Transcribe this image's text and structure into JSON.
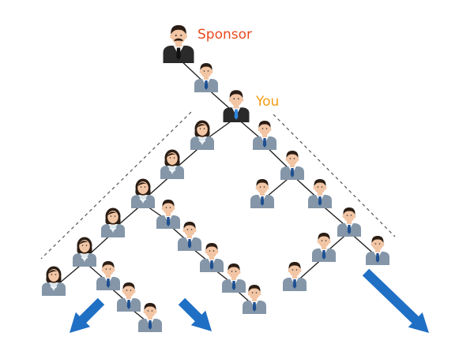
{
  "labels": {
    "sponsor": "Sponsor",
    "you": "You"
  },
  "colors": {
    "sponsor_label": "#e8491d",
    "you_label": "#f39c12",
    "connector": "#1a1a1a",
    "dashed_guide": "#555555",
    "arrow": "#1f6fc5",
    "shirt_member": "#8496a8",
    "shirt_dark": "#2a2a2a",
    "tie": "#1d4f91",
    "skin": "#f2c5a4",
    "hair": "#2b1d14",
    "female_blouse": "#dfe9f0"
  },
  "people": [
    {
      "id": "sponsor",
      "role": "sponsor",
      "icon": "businessman-dark-mustache-icon"
    },
    {
      "id": "upline",
      "role": "member",
      "icon": "businessman-icon"
    },
    {
      "id": "you",
      "role": "you",
      "icon": "businessman-dark-suit-icon"
    },
    {
      "id": "l1",
      "role": "member",
      "icon": "businesswoman-icon"
    },
    {
      "id": "l2",
      "role": "member",
      "icon": "businesswoman-icon"
    },
    {
      "id": "l3",
      "role": "member",
      "icon": "businesswoman-icon"
    },
    {
      "id": "l4",
      "role": "member",
      "icon": "businesswoman-icon"
    },
    {
      "id": "l5",
      "role": "member",
      "icon": "businesswoman-icon"
    },
    {
      "id": "l6",
      "role": "member",
      "icon": "businesswoman-icon"
    },
    {
      "id": "m1",
      "role": "member",
      "icon": "businessman-icon"
    },
    {
      "id": "m2",
      "role": "member",
      "icon": "businessman-icon"
    },
    {
      "id": "m3",
      "role": "member",
      "icon": "businessman-icon"
    },
    {
      "id": "m4",
      "role": "member",
      "icon": "businessman-icon"
    },
    {
      "id": "m5",
      "role": "member",
      "icon": "businessman-icon"
    },
    {
      "id": "m6",
      "role": "member",
      "icon": "businessman-icon"
    },
    {
      "id": "n1",
      "role": "member",
      "icon": "businessman-icon"
    },
    {
      "id": "n2",
      "role": "member",
      "icon": "businessman-icon"
    },
    {
      "id": "n3",
      "role": "member",
      "icon": "businessman-icon"
    },
    {
      "id": "r1",
      "role": "member",
      "icon": "businessman-icon"
    },
    {
      "id": "r2",
      "role": "member",
      "icon": "businessman-icon"
    },
    {
      "id": "r3",
      "role": "member",
      "icon": "businessman-icon"
    },
    {
      "id": "r4",
      "role": "member",
      "icon": "businessman-icon"
    },
    {
      "id": "r5",
      "role": "member",
      "icon": "businessman-icon"
    },
    {
      "id": "q1",
      "role": "member",
      "icon": "businessman-icon"
    },
    {
      "id": "q2",
      "role": "member",
      "icon": "businessman-icon"
    },
    {
      "id": "q3",
      "role": "member",
      "icon": "businessman-icon"
    },
    {
      "id": "q4",
      "role": "member",
      "icon": "businessman-icon"
    }
  ],
  "connections": [
    [
      "sponsor",
      "upline"
    ],
    [
      "upline",
      "you"
    ],
    [
      "you",
      "l1"
    ],
    [
      "l1",
      "l2"
    ],
    [
      "l2",
      "l3"
    ],
    [
      "l3",
      "l4"
    ],
    [
      "l4",
      "l5"
    ],
    [
      "l5",
      "l6"
    ],
    [
      "l3",
      "m1"
    ],
    [
      "m1",
      "m2"
    ],
    [
      "m2",
      "m3"
    ],
    [
      "m3",
      "m4"
    ],
    [
      "m4",
      "m5"
    ],
    [
      "l5",
      "n1"
    ],
    [
      "n1",
      "n2"
    ],
    [
      "n2",
      "n3"
    ],
    [
      "you",
      "r1"
    ],
    [
      "r1",
      "r2"
    ],
    [
      "r2",
      "r3"
    ],
    [
      "r3",
      "r4"
    ],
    [
      "r4",
      "r5"
    ],
    [
      "r2",
      "q1"
    ],
    [
      "r4",
      "q2"
    ],
    [
      "q2",
      "q3"
    ]
  ],
  "arrows": [
    {
      "name": "growth-arrow-left",
      "icon": "arrow-down-left-icon"
    },
    {
      "name": "growth-arrow-middle",
      "icon": "arrow-down-right-icon"
    },
    {
      "name": "growth-arrow-right",
      "icon": "arrow-down-right-icon"
    }
  ]
}
